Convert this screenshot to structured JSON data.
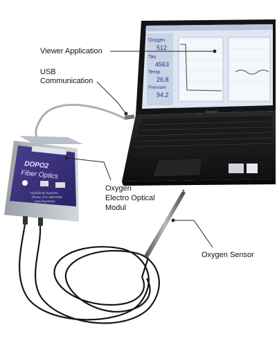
{
  "labels": {
    "viewer_application": "Viewer Application",
    "usb_line1": "USB",
    "usb_line2": "Communication",
    "module_line1": "Oxygen",
    "module_line2": "Electro Optical",
    "module_line3": "Modul",
    "sensor": "Oxygen Sensor"
  },
  "device": {
    "model": "DOPO2",
    "name": "Fiber Optics",
    "maker": "Hydrofinity Systems",
    "phone": "Phone: 571-485-0135",
    "website": "www.fisystems"
  },
  "laptop_brand": "TOSHIBA",
  "screen": {
    "readings": [
      {
        "label": "Oxygen",
        "value": "512"
      },
      {
        "label": "Tau",
        "value": "4563"
      },
      {
        "label": "Temp",
        "value": "26.8"
      },
      {
        "label": "Pressure",
        "value": "94.2"
      }
    ]
  },
  "colors": {
    "device_face": "#3a2f7a",
    "laptop_body": "#1c1c1e",
    "screen_bg": "#dfe6f2"
  }
}
